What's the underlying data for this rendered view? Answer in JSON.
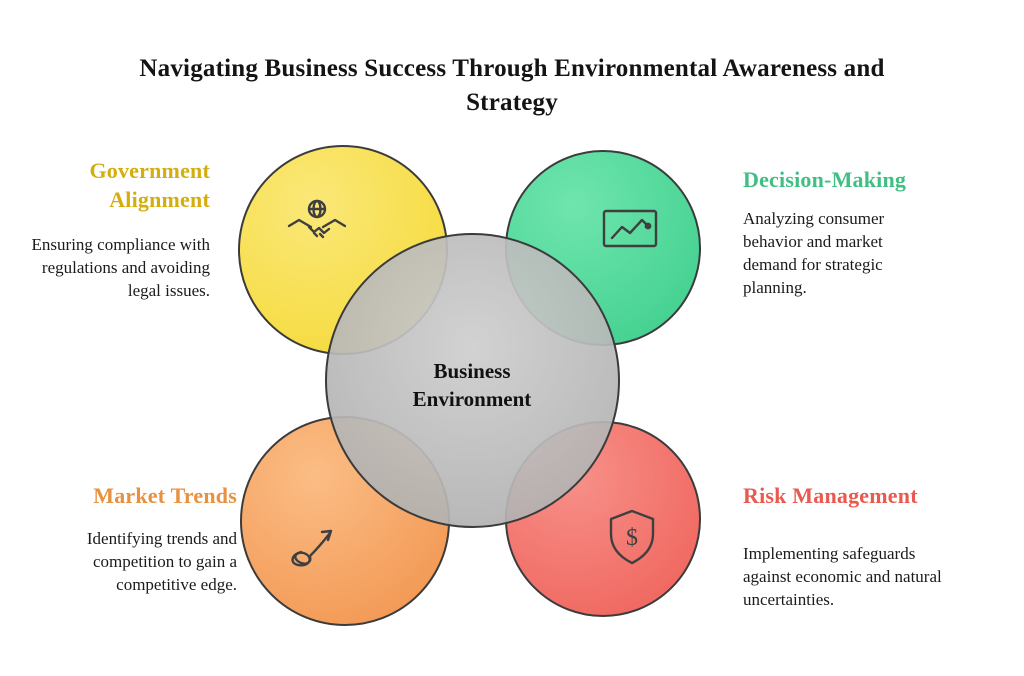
{
  "title": "Navigating Business Success Through Environmental Awareness and Strategy",
  "center": {
    "label": "Business Environment",
    "circle_color": "#BDBDBD"
  },
  "nodes": [
    {
      "id": "government-alignment",
      "heading": "Government Alignment",
      "description": "Ensuring compliance with regulations and avoiding legal issues.",
      "circle_color": "#F5D93A",
      "heading_color": "#D3AE0E",
      "icon": "handshake-globe-icon",
      "position": "top-left"
    },
    {
      "id": "decision-making",
      "heading": "Decision-Making",
      "description": "Analyzing consumer behavior and market demand for strategic planning.",
      "circle_color": "#46D495",
      "heading_color": "#41BE82",
      "icon": "line-chart-icon",
      "position": "top-right"
    },
    {
      "id": "market-trends",
      "heading": "Market Trends",
      "description": "Identifying trends and competition to gain a competitive edge.",
      "circle_color": "#F49A57",
      "heading_color": "#E8913F",
      "icon": "trend-arrow-icon",
      "position": "bottom-left"
    },
    {
      "id": "risk-management",
      "heading": "Risk Management",
      "description": "Implementing safeguards against economic and natural uncertainties.",
      "circle_color": "#F1695F",
      "heading_color": "#E85A50",
      "icon": "shield-dollar-icon",
      "position": "bottom-right"
    }
  ]
}
